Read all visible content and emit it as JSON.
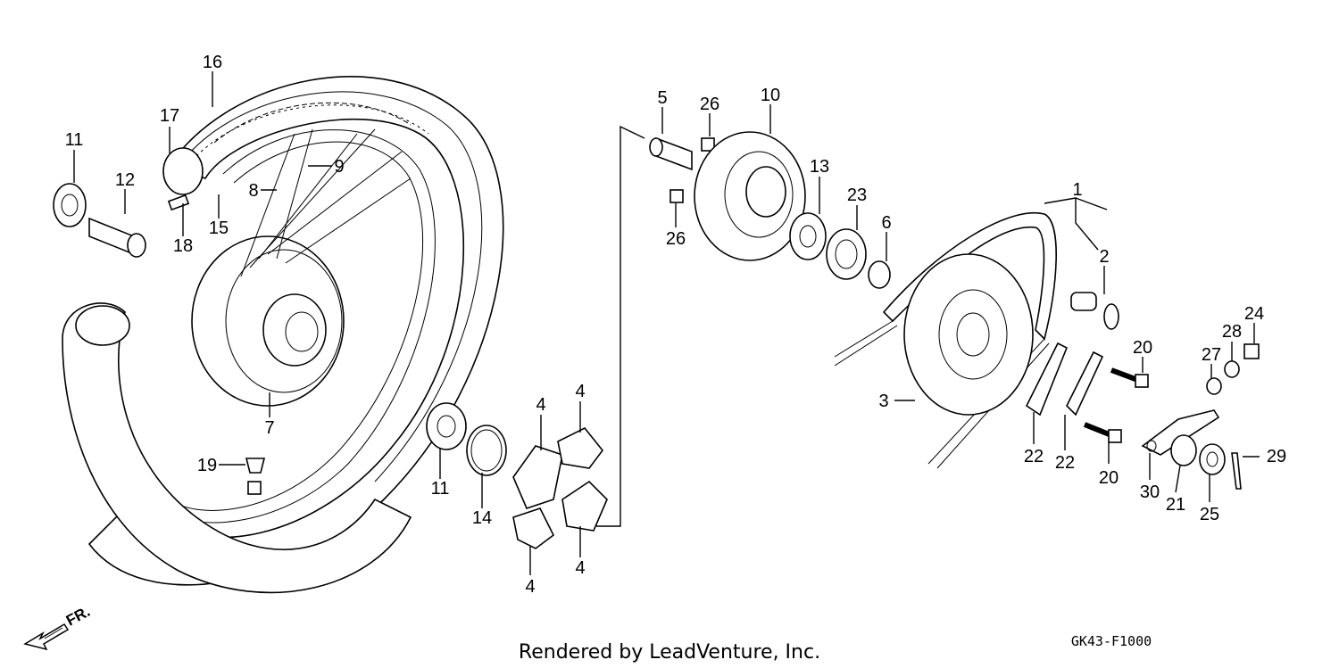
{
  "footer_text": "Rendered by LeadVenture, Inc.",
  "diagram_code": "GK43-F1000",
  "direction_label": "FR.",
  "callouts": [
    {
      "id": "c-16",
      "text": "16"
    },
    {
      "id": "c-17",
      "text": "17"
    },
    {
      "id": "c-11a",
      "text": "11"
    },
    {
      "id": "c-12",
      "text": "12"
    },
    {
      "id": "c-8",
      "text": "8"
    },
    {
      "id": "c-9",
      "text": "9"
    },
    {
      "id": "c-15",
      "text": "15"
    },
    {
      "id": "c-18",
      "text": "18"
    },
    {
      "id": "c-7",
      "text": "7"
    },
    {
      "id": "c-19",
      "text": "19"
    },
    {
      "id": "c-11b",
      "text": "11"
    },
    {
      "id": "c-14",
      "text": "14"
    },
    {
      "id": "c-4a",
      "text": "4"
    },
    {
      "id": "c-4b",
      "text": "4"
    },
    {
      "id": "c-4c",
      "text": "4"
    },
    {
      "id": "c-4d",
      "text": "4"
    },
    {
      "id": "c-5",
      "text": "5"
    },
    {
      "id": "c-26a",
      "text": "26"
    },
    {
      "id": "c-26b",
      "text": "26"
    },
    {
      "id": "c-10",
      "text": "10"
    },
    {
      "id": "c-13",
      "text": "13"
    },
    {
      "id": "c-23",
      "text": "23"
    },
    {
      "id": "c-6",
      "text": "6"
    },
    {
      "id": "c-1",
      "text": "1"
    },
    {
      "id": "c-2",
      "text": "2"
    },
    {
      "id": "c-3",
      "text": "3"
    },
    {
      "id": "c-22a",
      "text": "22"
    },
    {
      "id": "c-22b",
      "text": "22"
    },
    {
      "id": "c-20a",
      "text": "20"
    },
    {
      "id": "c-20b",
      "text": "20"
    },
    {
      "id": "c-24",
      "text": "24"
    },
    {
      "id": "c-28",
      "text": "28"
    },
    {
      "id": "c-27",
      "text": "27"
    },
    {
      "id": "c-29",
      "text": "29"
    },
    {
      "id": "c-30",
      "text": "30"
    },
    {
      "id": "c-21",
      "text": "21"
    },
    {
      "id": "c-25",
      "text": "25"
    }
  ]
}
